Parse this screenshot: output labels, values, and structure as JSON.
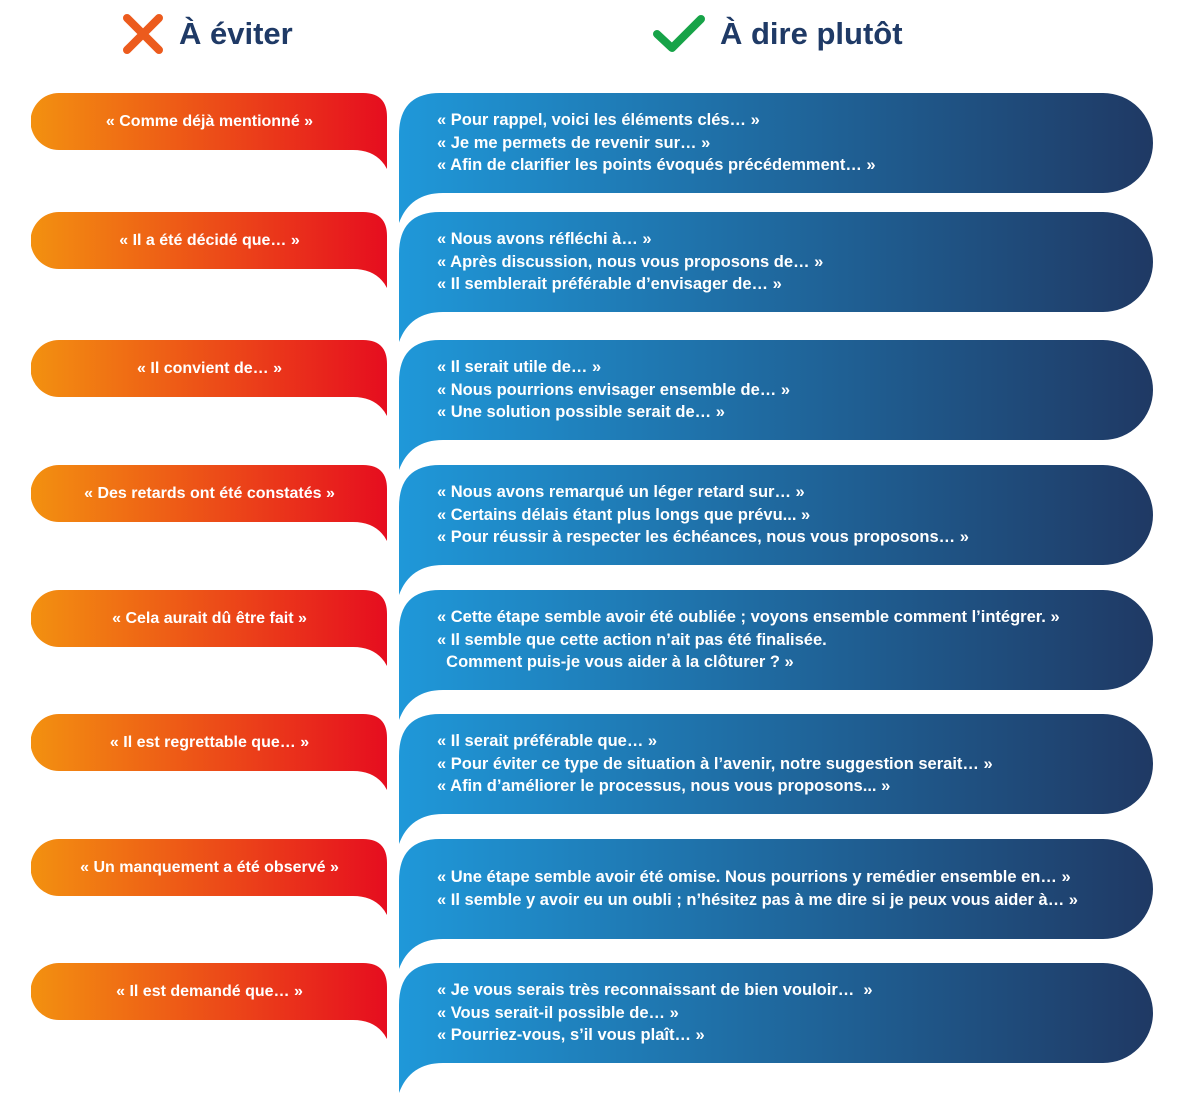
{
  "header": {
    "avoid_label": "À éviter",
    "avoid_icon": "cross-icon",
    "prefer_label": "À dire plutôt",
    "prefer_icon": "check-icon"
  },
  "colors": {
    "avoid_start": "#f39110",
    "avoid_end": "#e60d1f",
    "prefer_start": "#1f98d9",
    "prefer_end": "#1f3964",
    "title": "#1f3a66",
    "cross": "#ec5b1d",
    "check": "#17a348"
  },
  "rows": [
    {
      "avoid": "« Comme déjà mentionné »",
      "prefer": [
        "« Pour rappel, voici les éléments clés… »",
        "« Je me permets de revenir sur… »",
        "« Afin de clarifier les points évoqués précédemment… »"
      ]
    },
    {
      "avoid": "« Il a été décidé que… »",
      "prefer": [
        "« Nous avons réfléchi à… »",
        "« Après discussion, nous vous proposons de… »",
        "« Il semblerait préférable d’envisager de… »"
      ]
    },
    {
      "avoid": "« Il convient de… »",
      "prefer": [
        "« Il serait utile de… »",
        "« Nous pourrions envisager ensemble de… »",
        "« Une solution possible serait de… »"
      ]
    },
    {
      "avoid": "« Des retards ont été constatés »",
      "prefer": [
        "« Nous avons remarqué un léger retard sur… »",
        "« Certains délais étant plus longs que prévu... »",
        "« Pour réussir à respecter les échéances, nous vous proposons… »"
      ]
    },
    {
      "avoid": "« Cela aurait dû être fait »",
      "prefer": [
        "« Cette étape semble avoir été oubliée ; voyons ensemble comment l’intégrer. »",
        "« Il semble que cette action n’ait pas été finalisée.\n  Comment puis-je vous aider à la clôturer ? »"
      ]
    },
    {
      "avoid": "« Il est regrettable que… »",
      "prefer": [
        "« Il serait préférable que… »",
        "« Pour éviter ce type de situation à l’avenir, notre suggestion serait… »",
        "« Afin d’améliorer le processus, nous vous proposons... »"
      ]
    },
    {
      "avoid": "« Un manquement a été observé »",
      "prefer": [
        "« Une étape semble avoir été omise. Nous pourrions y remédier ensemble en… »",
        "« Il semble y avoir eu un oubli ; n’hésitez pas à me dire si je peux vous aider à… »"
      ]
    },
    {
      "avoid": "« Il est demandé que… »",
      "prefer": [
        "« Je vous serais très reconnaissant de bien vouloir…  »",
        "« Vous serait-il possible de… »",
        "« Pourriez-vous, s’il vous plaît… »"
      ]
    }
  ]
}
